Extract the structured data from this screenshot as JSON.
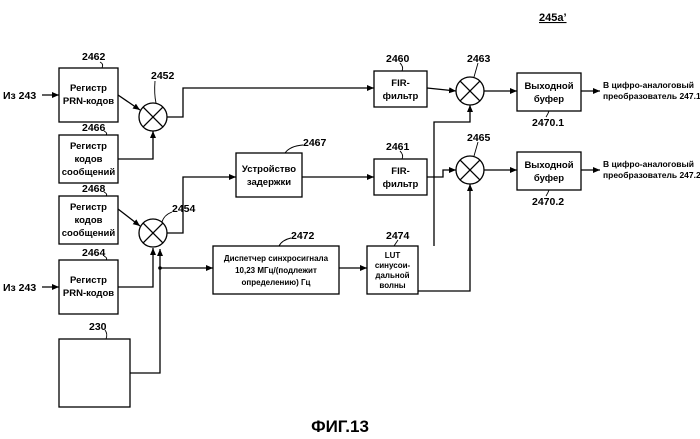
{
  "figure_id": "245a’",
  "caption": "ФИГ.13",
  "inputs": {
    "in1": "Из 243",
    "in2": "Из 243"
  },
  "outputs": {
    "out1": [
      "В цифро-аналоговый",
      "преобразователь 247.1"
    ],
    "out2": [
      "В цифро-аналоговый",
      "преобразователь 247.2"
    ]
  },
  "blocks": {
    "reg_prn_top": {
      "ref": "2462",
      "lines": [
        "Регистр",
        "PRN-кодов"
      ]
    },
    "reg_msg_top": {
      "ref": "2466",
      "lines": [
        "Регистр",
        "кодов",
        "сообщений"
      ]
    },
    "reg_msg_bot": {
      "ref": "2468",
      "lines": [
        "Регистр",
        "кодов",
        "сообщений"
      ]
    },
    "reg_prn_bot": {
      "ref": "2464",
      "lines": [
        "Регистр",
        "PRN-кодов"
      ]
    },
    "block_230": {
      "ref": "230"
    },
    "delay": {
      "ref": "2467",
      "lines": [
        "Устройство",
        "задержки"
      ]
    },
    "dispatcher": {
      "ref": "2472",
      "lines": [
        "Диспетчер синхросигнала",
        "10,23 МГц/(подлежит",
        "определению) Гц"
      ]
    },
    "fir_top": {
      "ref": "2460",
      "lines": [
        "FIR-",
        "фильтр"
      ]
    },
    "fir_bot": {
      "ref": "2461",
      "lines": [
        "FIR-",
        "фильтр"
      ]
    },
    "lut": {
      "ref": "2474",
      "lines": [
        "LUT",
        "синусои-",
        "дальной",
        "волны"
      ]
    },
    "buf_top": {
      "ref": "2470.1",
      "lines": [
        "Выходной",
        "буфер"
      ]
    },
    "buf_bot": {
      "ref": "2470.2",
      "lines": [
        "Выходной",
        "буфер"
      ]
    }
  },
  "mixers": {
    "m2452": "2452",
    "m2454": "2454",
    "m2463": "2463",
    "m2465": "2465"
  }
}
